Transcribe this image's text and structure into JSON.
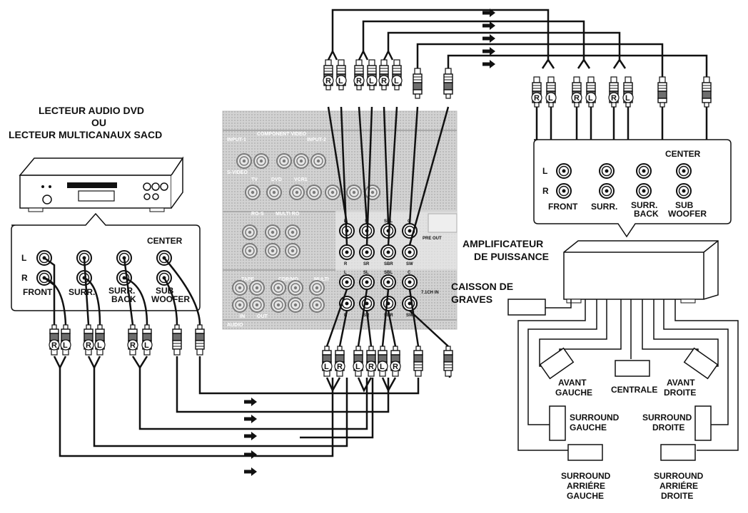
{
  "source": {
    "title_line1": "LECTEUR AUDIO DVD",
    "title_line2": "OU",
    "title_line3": "LECTEUR MULTICANAUX SACD",
    "jacks": {
      "l": "L",
      "r": "R",
      "front": "FRONT",
      "surr": "SURR.",
      "surr_back_1": "SURR.",
      "surr_back_2": "BACK",
      "center": "CENTER",
      "sub_1": "SUB",
      "sub_2": "WOOFER"
    }
  },
  "receiver": {
    "component_video": "COMPONENT VIDEO",
    "input1": "INPUT-1",
    "input2": "INPUT-2",
    "s_video": "S-VIDEO",
    "tv": "TV",
    "dvd": "DVD",
    "vcr1": "VCR1",
    "multi_ro": "MULTI RO",
    "ro_s": "RO-S",
    "tape": "TAPE",
    "cdr_md": "CDR/MD",
    "multi": "MULTI",
    "in": "IN",
    "out": "OUT",
    "audio": "AUDIO",
    "pre_out": "PRE OUT",
    "ch71_in": "7.1CH IN",
    "pre_labels_top": [
      "L",
      "S",
      "SBL",
      "C"
    ],
    "pre_labels_bottom": [
      "R",
      "SR",
      "SBR",
      "SW"
    ],
    "in_labels_top": [
      "L",
      "SL",
      "SBL",
      "C"
    ],
    "in_labels_bottom": [
      "R",
      "SR",
      "SBR",
      "SW"
    ]
  },
  "plugs": {
    "r": "R",
    "l": "L"
  },
  "amplifier": {
    "line1": "AMPLIFICATEUR",
    "line2": "DE PUISSANCE",
    "jacks": {
      "l": "L",
      "r": "R",
      "front": "FRONT",
      "surr": "SURR.",
      "surr_back_1": "SURR.",
      "surr_back_2": "BACK",
      "center": "CENTER",
      "sub_1": "SUB",
      "sub_2": "WOOFER"
    }
  },
  "subwoofer": {
    "line1": "CAISSON DE",
    "line2": "GRAVES"
  },
  "speakers": {
    "front_left_1": "AVANT",
    "front_left_2": "GAUCHE",
    "center": "CENTRALE",
    "front_right_1": "AVANT",
    "front_right_2": "DROITE",
    "surround_left_1": "SURROUND",
    "surround_left_2": "GAUCHE",
    "surround_right_1": "SURROUND",
    "surround_right_2": "DROITE",
    "surround_back_left_1": "SURROUND",
    "surround_back_left_2": "ARRIÉRE",
    "surround_back_left_3": "GAUCHE",
    "surround_back_right_1": "SURROUND",
    "surround_back_right_2": "ARRIÉRE",
    "surround_back_right_3": "DROITE"
  },
  "colors": {
    "line": "#111111",
    "receiver_panel": "#c9c9c9",
    "receiver_dark": "#8a8a8a",
    "plug_band": "#6e6e6e"
  }
}
